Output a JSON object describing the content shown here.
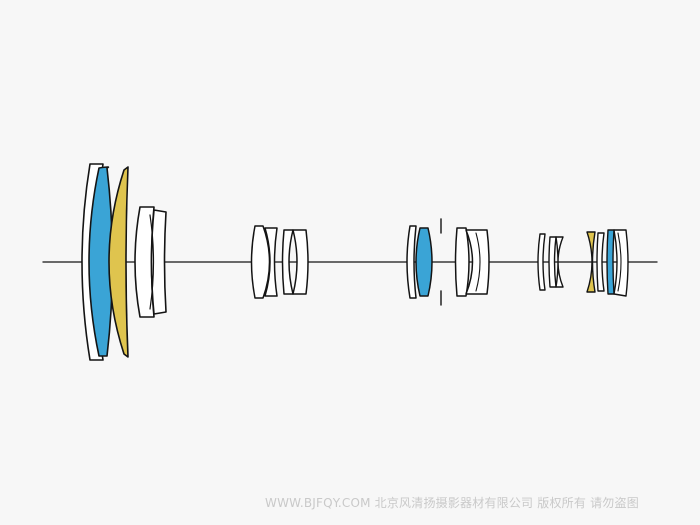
{
  "colors": {
    "background": "#f7f7f7",
    "outline": "#141414",
    "ed_glass_blue": "#3aa4d6",
    "aspherical_yellow": "#dfc44e",
    "standard_glass": "#ffffff",
    "watermark_text": "#c9c9c9"
  },
  "lens_groups": [
    {
      "name": "front-group",
      "elements": [
        "ed",
        "aspherical",
        "standard",
        "standard"
      ]
    },
    {
      "name": "second-group",
      "elements": [
        "standard",
        "standard",
        "standard",
        "standard"
      ]
    },
    {
      "name": "aperture-stop-group",
      "elements": [
        "standard",
        "ed"
      ]
    },
    {
      "name": "fourth-group",
      "elements": [
        "standard",
        "standard"
      ]
    },
    {
      "name": "fifth-group",
      "elements": [
        "standard",
        "standard",
        "standard"
      ]
    },
    {
      "name": "rear-group",
      "elements": [
        "aspherical",
        "standard",
        "ed",
        "standard"
      ]
    }
  ],
  "watermark": {
    "text": "WWW.BJFQY.COM 北京风清扬摄影器材有限公司 版权所有 请勿盗图"
  }
}
